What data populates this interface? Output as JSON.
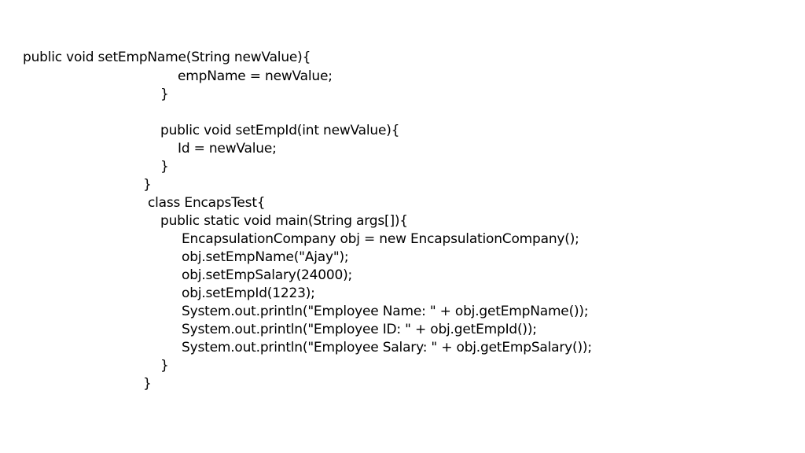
{
  "slide": {
    "code_lines": [
      "public void setEmpName(String newValue){",
      "empName = newValue;",
      "}",
      "public void setEmpId(int newValue){",
      "Id = newValue;",
      "}",
      "}",
      "class EncapsTest{",
      "public static void main(String args[]){",
      "EncapsulationCompany obj = new EncapsulationCompany();",
      "obj.setEmpName(\"Ajay\");",
      "obj.setEmpSalary(24000);",
      "obj.setEmpId(1223);",
      "System.out.println(\"Employee Name: \" + obj.getEmpName());",
      "System.out.println(\"Employee ID: \" + obj.getEmpId());",
      "System.out.println(\"Employee Salary: \" + obj.getEmpSalary());",
      "}",
      "}"
    ]
  }
}
